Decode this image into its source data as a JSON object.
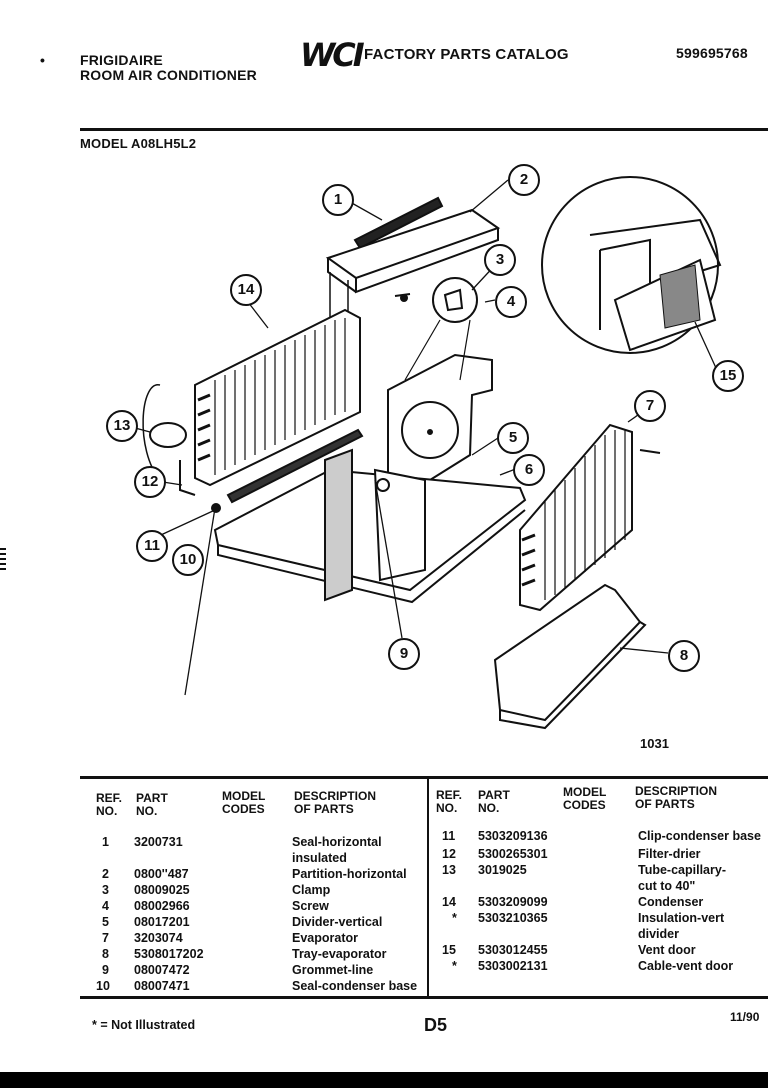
{
  "header": {
    "brand": "FRIGIDAIRE",
    "product": "ROOM AIR CONDITIONER",
    "logo_text": "WCI",
    "catalog_title": "FACTORY PARTS CATALOG",
    "catalog_number": "599695768",
    "model": "MODEL A08LH5L2"
  },
  "diagram": {
    "figure_id": "1031",
    "callouts": [
      "1",
      "2",
      "3",
      "4",
      "5",
      "6",
      "7",
      "8",
      "9",
      "10",
      "11",
      "12",
      "13",
      "14",
      "15"
    ]
  },
  "table": {
    "headers": {
      "ref_line1": "REF.",
      "ref_line2": "NO.",
      "part_line1": "PART",
      "part_line2": "NO.",
      "model_line1": "MODEL",
      "model_line2": "CODES",
      "desc_line1": "DESCRIPTION",
      "desc_line2": "OF PARTS"
    },
    "left_rows": [
      {
        "ref": "1",
        "part": "3200731",
        "desc": "Seal-horizontal"
      },
      {
        "ref": "",
        "part": "",
        "desc": "insulated"
      },
      {
        "ref": "2",
        "part": "0800''487",
        "desc": "Partition-horizontal"
      },
      {
        "ref": "3",
        "part": "08009025",
        "desc": "Clamp"
      },
      {
        "ref": "4",
        "part": "08002966",
        "desc": "Screw"
      },
      {
        "ref": "5",
        "part": "08017201",
        "desc": "Divider-vertical"
      },
      {
        "ref": "7",
        "part": "3203074",
        "desc": "Evaporator"
      },
      {
        "ref": "8",
        "part": "5308017202",
        "desc": "Tray-evaporator"
      },
      {
        "ref": "9",
        "part": "08007472",
        "desc": "Grommet-line"
      },
      {
        "ref": "10",
        "part": "08007471",
        "desc": "Seal-condenser base"
      }
    ],
    "right_rows": [
      {
        "ref": "11",
        "part": "5303209136",
        "desc": "Clip-condenser base"
      },
      {
        "ref": "12",
        "part": "5300265301",
        "desc": "Filter-drier"
      },
      {
        "ref": "13",
        "part": "3019025",
        "desc": "Tube-capillary-"
      },
      {
        "ref": "",
        "part": "",
        "desc": "cut to 40\""
      },
      {
        "ref": "14",
        "part": "5303209099",
        "desc": "Condenser"
      },
      {
        "ref": "*",
        "part": "5303210365",
        "desc": "Insulation-vert"
      },
      {
        "ref": "",
        "part": "",
        "desc": "divider"
      },
      {
        "ref": "15",
        "part": "5303012455",
        "desc": "Vent door"
      },
      {
        "ref": "*",
        "part": "5303002131",
        "desc": "Cable-vent door"
      }
    ]
  },
  "footer": {
    "note": "* = Not Illustrated",
    "page": "D5",
    "date": "11/90"
  }
}
